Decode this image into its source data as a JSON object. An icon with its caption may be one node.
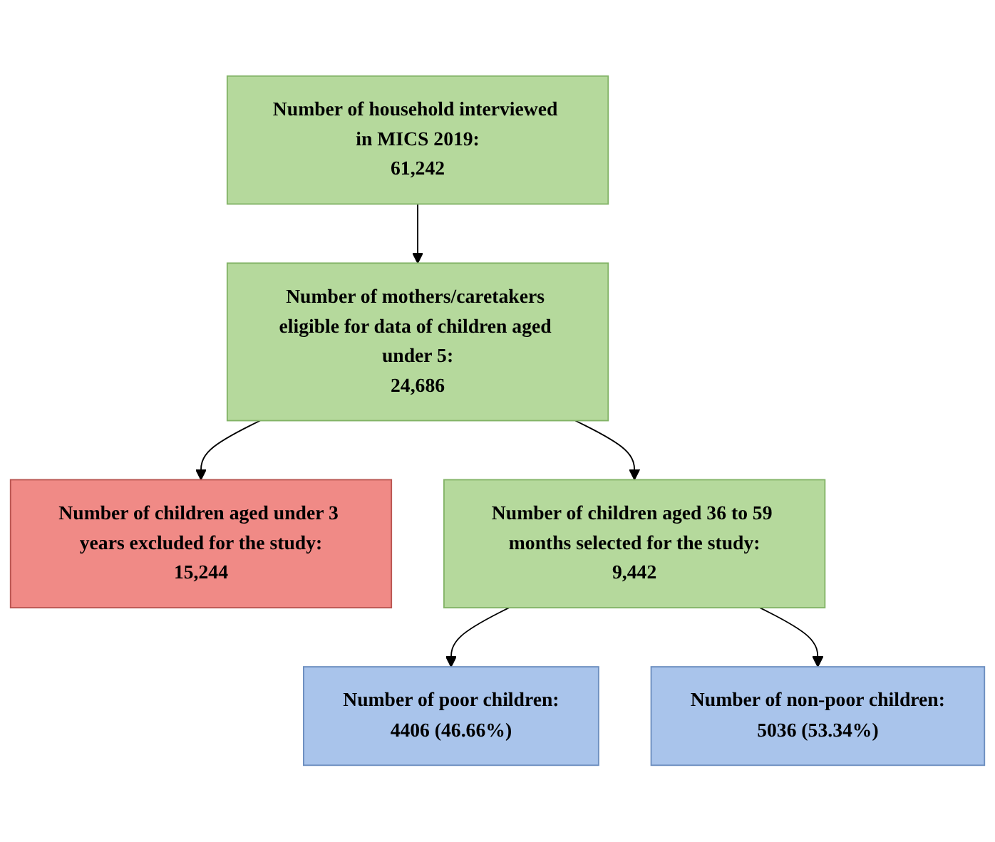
{
  "diagram": {
    "nodes": [
      {
        "text": [
          "Number of household interviewed in MICS 2019:",
          "61,242"
        ]
      },
      {
        "text": [
          "Number of mothers/caretakers eligible for data of children aged under 5:",
          "24,686"
        ]
      },
      {
        "text": [
          "Number of children aged under 3 years excluded for the study:",
          "15,244"
        ]
      },
      {
        "text": [
          "Number of children aged 36 to 59 months selected for the study:",
          "9,442"
        ]
      },
      {
        "text": [
          "Number of poor children:",
          "4406 (46.66%)"
        ]
      },
      {
        "text": [
          "Number of non-poor children:",
          "5036 (53.34%)"
        ]
      }
    ],
    "edges": [
      {
        "from": 0,
        "to": 1,
        "arrow": "to"
      },
      {
        "from": 1,
        "to": 3,
        "arrow": "to"
      },
      {
        "from": 1,
        "to": 2,
        "arrow": "to"
      },
      {
        "from": 3,
        "to": 4,
        "arrow": "to"
      },
      {
        "from": 3,
        "to": 5,
        "arrow": "to"
      }
    ]
  }
}
